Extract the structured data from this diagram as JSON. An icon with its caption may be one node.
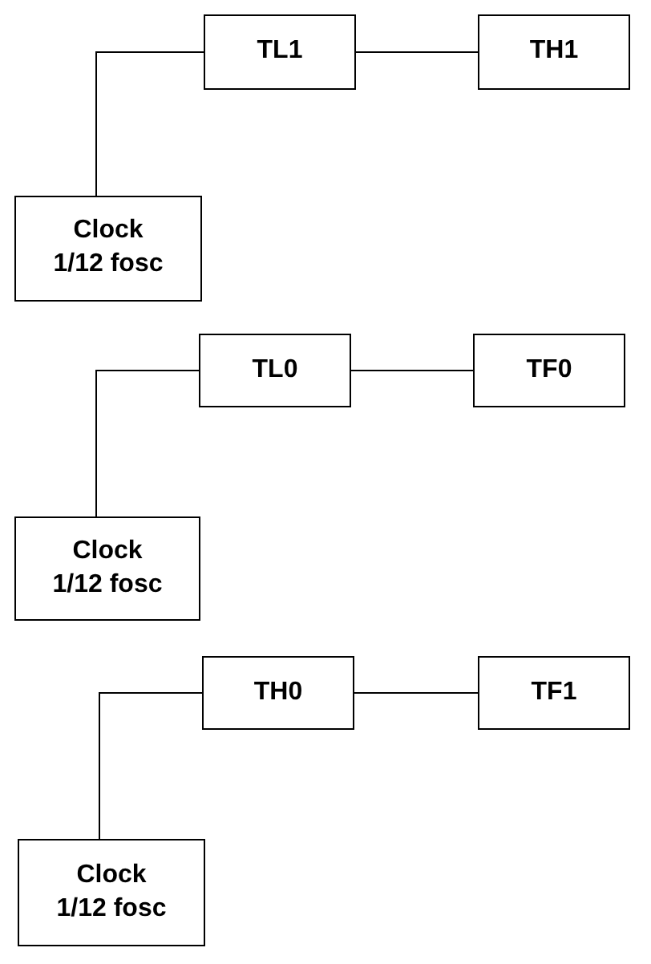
{
  "diagram": {
    "nodes": [
      {
        "text": [
          "TL1"
        ]
      },
      {
        "text": [
          "TH1"
        ]
      },
      {
        "text": [
          "Clock 1/12 fosc"
        ]
      },
      {
        "text": [
          "TL0"
        ]
      },
      {
        "text": [
          "TF0"
        ]
      },
      {
        "text": [
          "Clock 1/12 fosc"
        ]
      },
      {
        "text": [
          "TH0"
        ]
      },
      {
        "text": [
          "TF1"
        ]
      },
      {
        "text": [
          "Clock 1/12 fosc"
        ]
      }
    ],
    "edges": [
      {
        "from": 2,
        "to": 0,
        "arrow": "none"
      },
      {
        "from": 0,
        "to": 1,
        "arrow": "none"
      },
      {
        "from": 5,
        "to": 3,
        "arrow": "none"
      },
      {
        "from": 3,
        "to": 4,
        "arrow": "none"
      },
      {
        "from": 8,
        "to": 6,
        "arrow": "none"
      },
      {
        "from": 6,
        "to": 7,
        "arrow": "none"
      }
    ]
  }
}
